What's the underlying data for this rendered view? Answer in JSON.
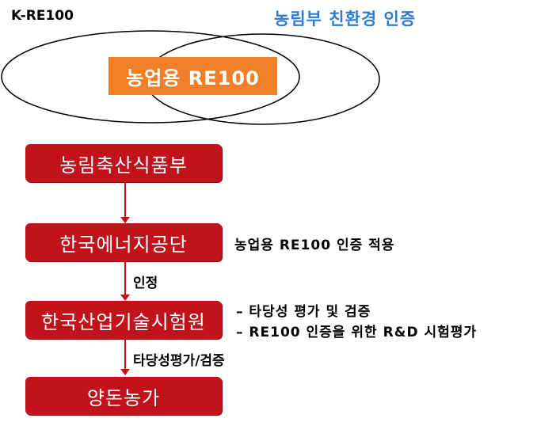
{
  "venn": {
    "left_label": "K-RE100",
    "right_label": "농림부 친환경 인증",
    "center_label": "농업용 RE100"
  },
  "flow": {
    "box1": "농림축산식품부",
    "box2": "한국에너지공단",
    "box3": "한국산업기술시험원",
    "box4": "양돈농가",
    "edge2_label": "인정",
    "edge3_label": "타당성평가/검증"
  },
  "notes": {
    "box2_note": "농업용 RE100 인증 적용",
    "box3_note_1": "– 타당성 평가 및 검증",
    "box3_note_2": "– RE100 인증을 위한 R&D 시험평가"
  },
  "colors": {
    "red": "#c0131b",
    "orange": "#f07f2a",
    "blue_text": "#2e7bd6"
  }
}
